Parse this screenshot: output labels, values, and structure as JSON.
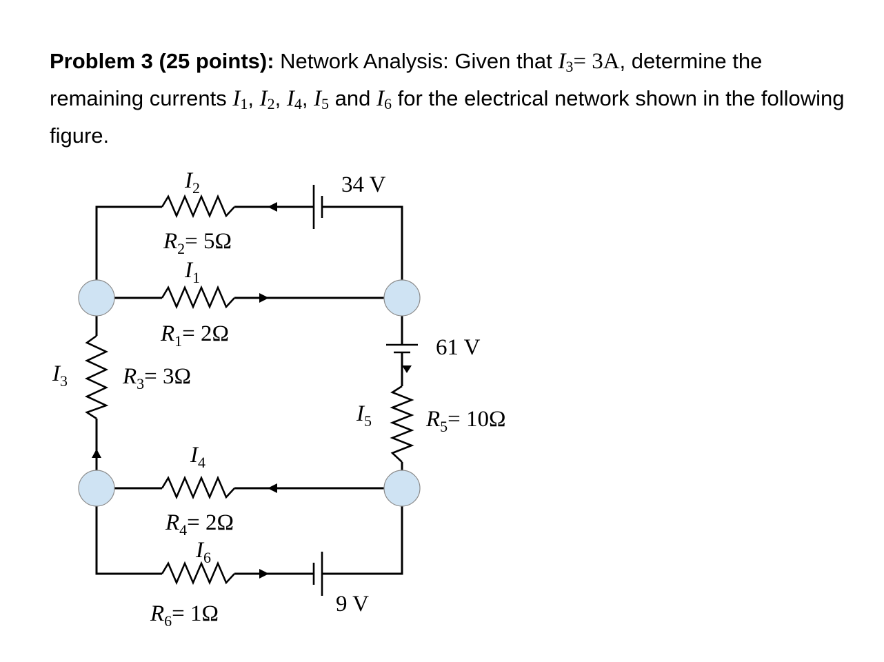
{
  "problem": {
    "heading": "Problem 3 (25 points):",
    "part1": " Network Analysis: Given that ",
    "given_var": "I",
    "given_sub": "3",
    "given_value": "= 3A",
    "part2": ", determine the remaining currents ",
    "i1": "I",
    "i1_sub": "1",
    "i2": "I",
    "i2_sub": "2",
    "i4": "I",
    "i4_sub": "4",
    "i5": "I",
    "i5_sub": "5",
    "and_word": " and ",
    "i6": "I",
    "i6_sub": "6",
    "part3": " for the electrical network shown in the following figure."
  },
  "circuit": {
    "i2_label": {
      "var": "I",
      "sub": "2"
    },
    "r2_label": {
      "var": "R",
      "sub": "2",
      "value": "= 5Ω"
    },
    "i1_label": {
      "var": "I",
      "sub": "1"
    },
    "r1_label": {
      "var": "R",
      "sub": "1",
      "value": "= 2Ω"
    },
    "i3_label": {
      "var": "I",
      "sub": "3"
    },
    "r3_label": {
      "var": "R",
      "sub": "3",
      "value": "= 3Ω"
    },
    "i4_label": {
      "var": "I",
      "sub": "4"
    },
    "r4_label": {
      "var": "R",
      "sub": "4",
      "value": "= 2Ω"
    },
    "i6_label": {
      "var": "I",
      "sub": "6"
    },
    "r6_label": {
      "var": "R",
      "sub": "6",
      "value": "= 1Ω"
    },
    "i5_label": {
      "var": "I",
      "sub": "5"
    },
    "r5_label": {
      "var": "R",
      "sub": "5",
      "value": "= 10Ω"
    },
    "source_top": "34 V",
    "source_right": "61 V",
    "source_bottom": "9 V",
    "node_color": "#cfe3f3"
  }
}
